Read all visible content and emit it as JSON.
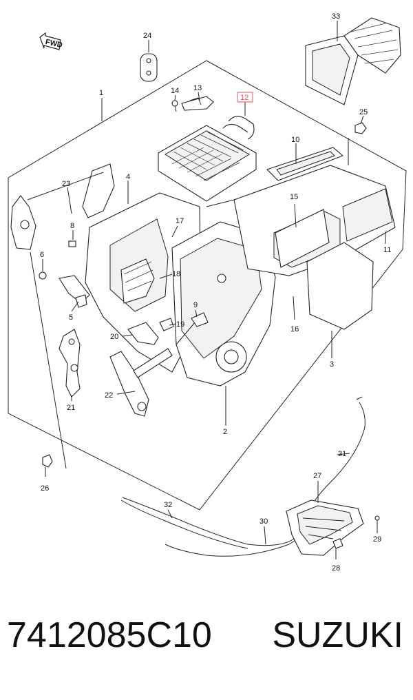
{
  "diagram": {
    "fwd_label": "FWD",
    "callouts": [
      "1",
      "2",
      "3",
      "4",
      "5",
      "6",
      "8",
      "9",
      "10",
      "11",
      "12",
      "13",
      "14",
      "15",
      "16",
      "17",
      "18",
      "19",
      "20",
      "21",
      "22",
      "23",
      "24",
      "25",
      "26",
      "27",
      "28",
      "29",
      "30",
      "31",
      "32",
      "33"
    ],
    "highlighted_callout": "12",
    "highlight_color": "#e05a5a"
  },
  "caption": {
    "part_number": "7412085C10",
    "brand": "SUZUKI"
  }
}
